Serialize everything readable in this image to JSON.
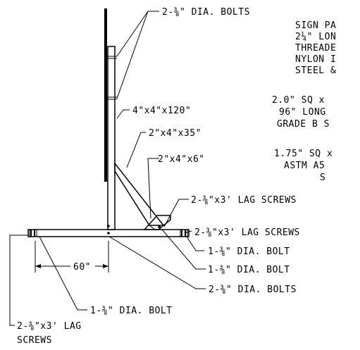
{
  "labels": {
    "bolts_top": "2-⅜\" DIA. BOLTS",
    "post": "4\"x4\"x120\"",
    "brace_long": "2\"x4\"x35\"",
    "brace_short": "2\"x4\"x6\"",
    "lag_screws_brace": "2-⅜\"x3' LAG SCREWS",
    "lag_screws_base": "2-⅜\"x3' LAG SCREWS",
    "bolt_1": "1-⅜\" DIA. BOLT",
    "bolt_2": "1-⅜\" DIA. BOLT",
    "bolts_base": "2-⅜\" DIA. BOLTS",
    "bolt_left": "1-⅜\" DIA. BOLT",
    "lag_left_line1": "2-⅜\"x3' LAG",
    "lag_left_line2": "SCREWS",
    "dimension": "60\""
  },
  "notes": {
    "sign_line1": "SIGN PA",
    "sign_line2": "2¼\" LON",
    "sign_line3": "THREADE",
    "sign_line4": "NYLON I",
    "sign_line5": "STEEL &",
    "tube1_line1": "2.0\" SQ x",
    "tube1_line2": "96\" LONG",
    "tube1_line3": "GRADE B S",
    "tube2_line1": "1.75\" SQ x",
    "tube2_line2": "ASTM A5",
    "tube2_line3": "S"
  }
}
